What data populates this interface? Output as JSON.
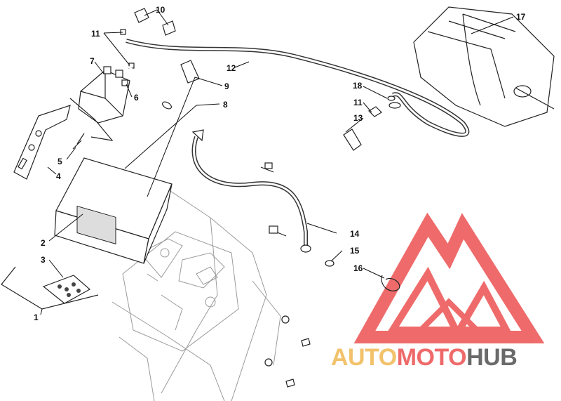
{
  "callouts": [
    "1",
    "2",
    "3",
    "4",
    "5",
    "6",
    "7",
    "8",
    "9",
    "10",
    "11",
    "11",
    "12",
    "13",
    "14",
    "15",
    "16",
    "17",
    "18"
  ],
  "watermark": {
    "part1": "AUTO",
    "part2": "MOTO",
    "part3": "HUB",
    "color_auto": "#f2c26b",
    "color_moto": "#ef6a6a",
    "color_hub": "#6a6a6a",
    "logo_color": "#ee5b5b"
  }
}
